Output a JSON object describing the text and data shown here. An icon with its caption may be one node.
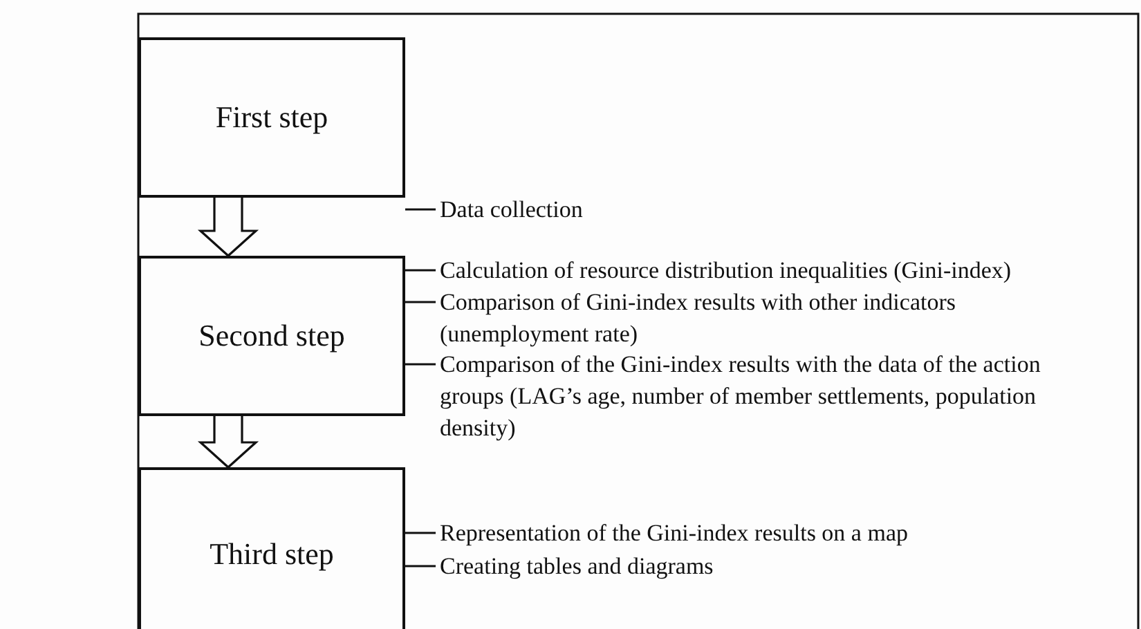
{
  "diagram": {
    "nodes": [
      {
        "text": [
          "First step"
        ]
      },
      {
        "text": [
          "Data collection"
        ]
      },
      {
        "text": [
          "Second step"
        ]
      },
      {
        "text": [
          "Calculation of resource distribution inequalities (Gini-index)"
        ]
      },
      {
        "text": [
          "Comparison of Gini-index results with other indicators (unemployment rate)"
        ]
      },
      {
        "text": [
          "Comparison of the Gini-index results with the data of the action groups (LAG’s age, number of member settlements, population density)"
        ]
      },
      {
        "text": [
          "Third step"
        ]
      },
      {
        "text": [
          "Representation of the Gini-index results on a map"
        ]
      },
      {
        "text": [
          "Creating tables and diagrams"
        ]
      }
    ],
    "edges": [
      {
        "from": 0,
        "to": 2,
        "arrow": "to"
      },
      {
        "from": 2,
        "to": 6,
        "arrow": "to"
      },
      {
        "from": 0,
        "to": 1,
        "arrow": "none"
      },
      {
        "from": 2,
        "to": 3,
        "arrow": "none"
      },
      {
        "from": 2,
        "to": 4,
        "arrow": "none"
      },
      {
        "from": 2,
        "to": 5,
        "arrow": "none"
      },
      {
        "from": 6,
        "to": 7,
        "arrow": "none"
      },
      {
        "from": 6,
        "to": 8,
        "arrow": "none"
      }
    ]
  }
}
